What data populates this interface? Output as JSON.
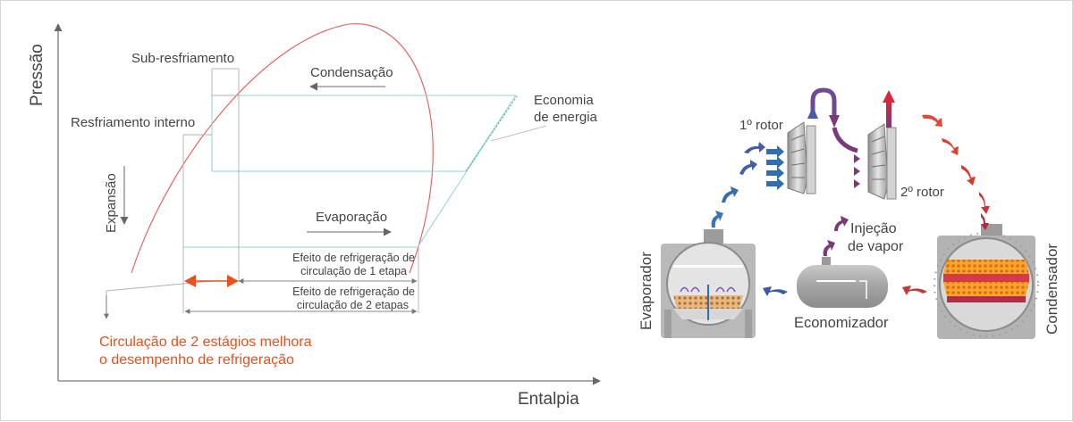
{
  "ph_diagram": {
    "axis_y": "Pressão",
    "axis_x": "Entalpia",
    "subcooling": "Sub-resfriamento",
    "condensation": "Condensação",
    "energy_saving_1": "Economia",
    "energy_saving_2": "de energia",
    "internal_cooling": "Resfriamento interno",
    "expansion": "Expansão",
    "evaporation": "Evaporação",
    "effect_1_line1": "Efeito de refrigeração de",
    "effect_1_line2": "circulação de 1 etapa",
    "effect_2_line1": "Efeito de refrigeração de",
    "effect_2_line2": "circulação de 2 etapas",
    "note_line1": "Circulação de 2 estágios melhora",
    "note_line2": "o desempenho de refrigeração",
    "note_color": "#e8501e"
  },
  "cycle": {
    "rotor1": "1º rotor",
    "rotor2": "2º rotor",
    "injection_1": "Injeção",
    "injection_2": "de vapor",
    "evaporator": "Evaporador",
    "economizer": "Economizador",
    "condenser": "Condensador",
    "colors": {
      "hot": "#e03a2a",
      "cold": "#2f6db5",
      "mid": "#7a3a78",
      "steel": "#a9a9a9"
    }
  }
}
